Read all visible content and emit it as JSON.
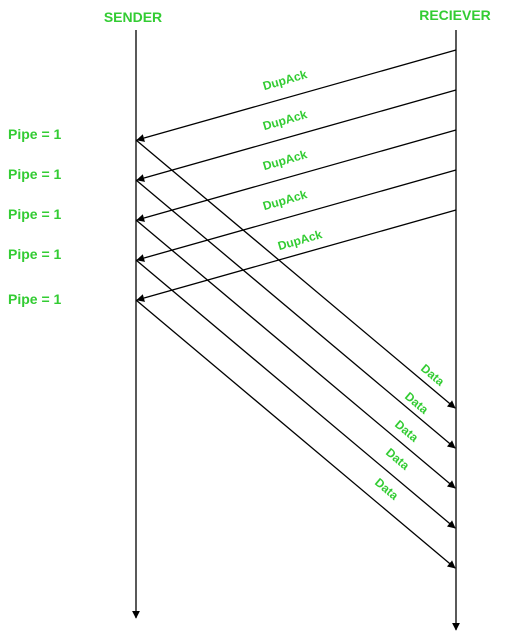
{
  "diagram": {
    "sender_label": "SENDER",
    "receiver_label": "RECIEVER",
    "label_color": "#33cc33",
    "line_color": "#000000",
    "dupacks": [
      {
        "label": "DupAck"
      },
      {
        "label": "DupAck"
      },
      {
        "label": "DupAck"
      },
      {
        "label": "DupAck"
      },
      {
        "label": "DupAck"
      }
    ],
    "pipes": [
      {
        "label": "Pipe = 1"
      },
      {
        "label": "Pipe = 1"
      },
      {
        "label": "Pipe = 1"
      },
      {
        "label": "Pipe = 1"
      },
      {
        "label": "Pipe = 1"
      }
    ],
    "data_packets": [
      {
        "label": "Data"
      },
      {
        "label": "Data"
      },
      {
        "label": "Data"
      },
      {
        "label": "Data"
      },
      {
        "label": "Data"
      }
    ]
  }
}
